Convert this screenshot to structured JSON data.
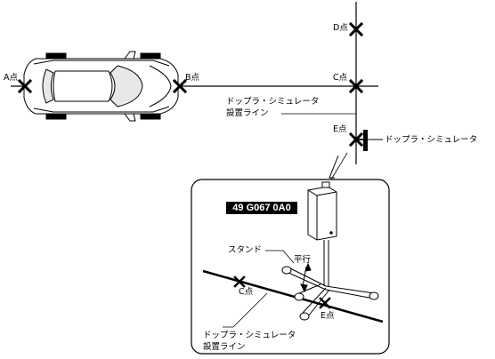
{
  "labels": {
    "point_a": "A点",
    "point_b": "B点",
    "point_c": "C点",
    "point_d": "D点",
    "point_e": "E点",
    "install_line_1": "ドップラ・シミュレータ",
    "install_line_2": "設置ライン",
    "doppler_simulator": "ドップラ・シミュレータ"
  },
  "detail": {
    "part_number": "49 G067 0A0",
    "stand": "スタンド",
    "parallel": "平行",
    "point_c": "C点",
    "point_e": "E点",
    "install_line_1": "ドップラ・シミュレータ",
    "install_line_2": "設置ライン"
  }
}
